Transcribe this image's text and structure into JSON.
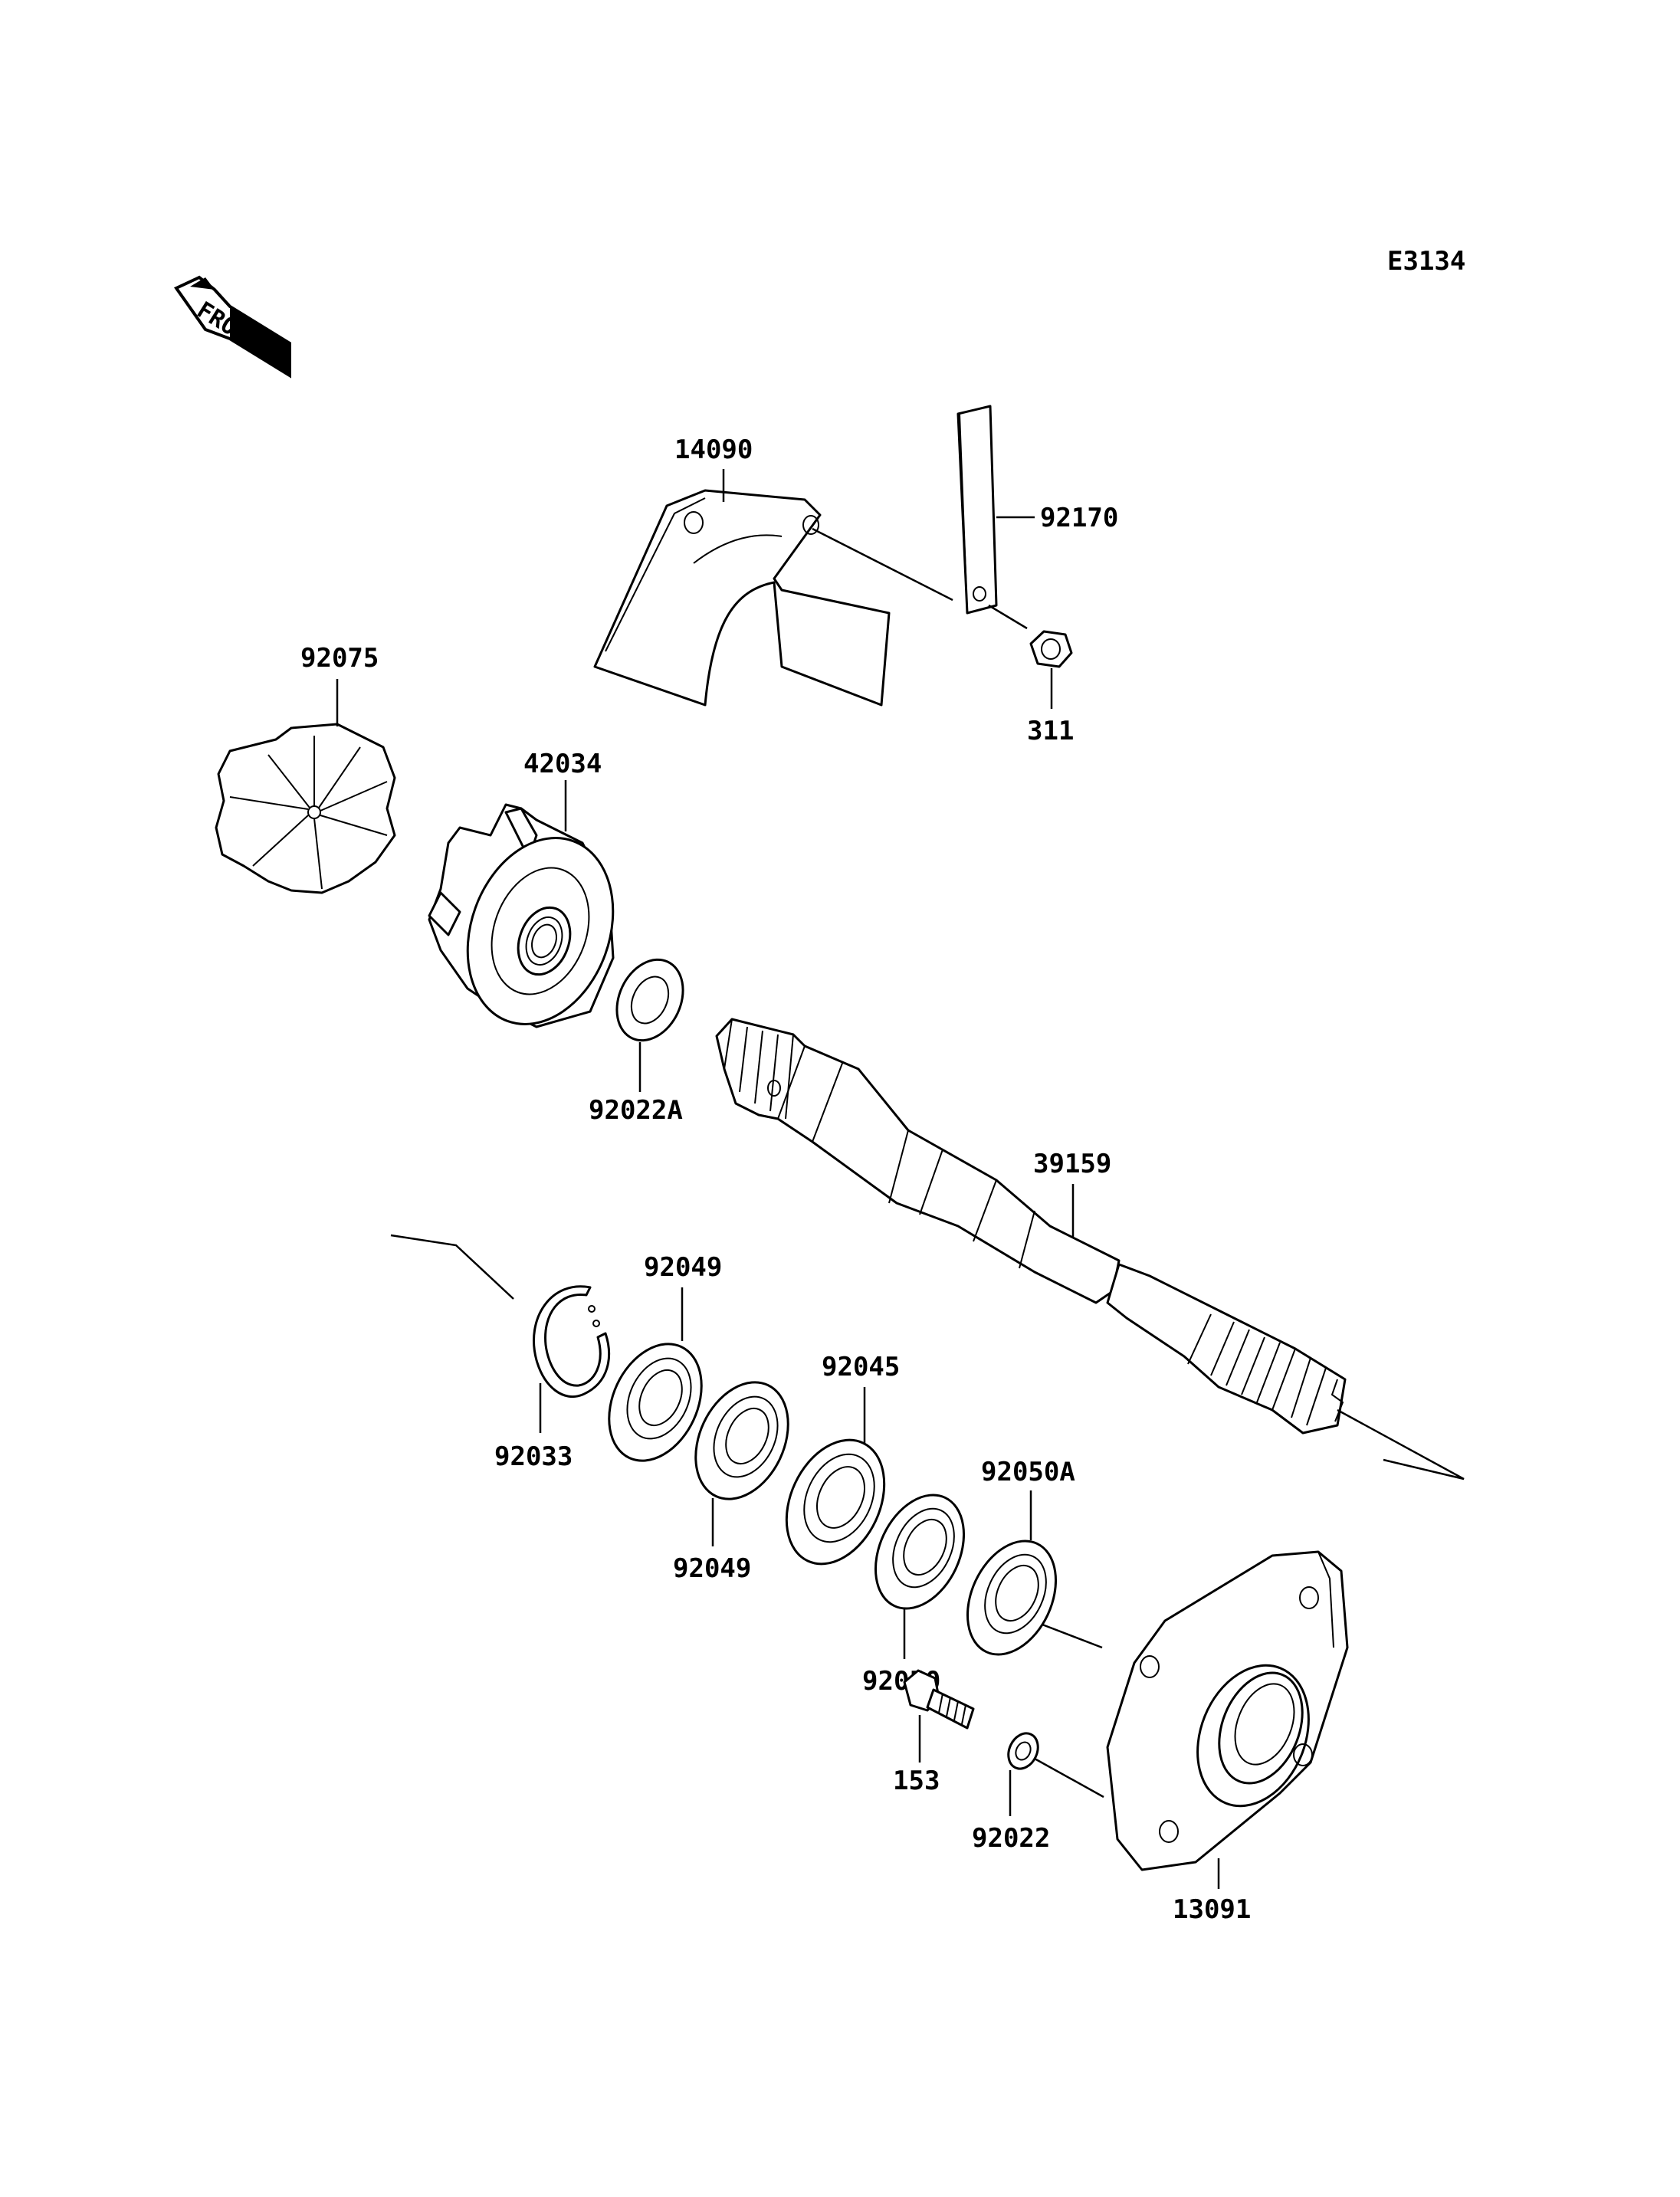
{
  "diagram_code": "E3134",
  "front_label": "FRONT",
  "parts": {
    "p14090": "14090",
    "p92170": "92170",
    "p311": "311",
    "p92075": "92075",
    "p42034": "42034",
    "p92022A": "92022A",
    "p39159": "39159",
    "p92049a": "92049",
    "p92033": "92033",
    "p92049b": "92049",
    "p92045": "92045",
    "p92050A": "92050A",
    "p92050": "92050",
    "p153": "153",
    "p92022": "92022",
    "p13091": "13091"
  }
}
